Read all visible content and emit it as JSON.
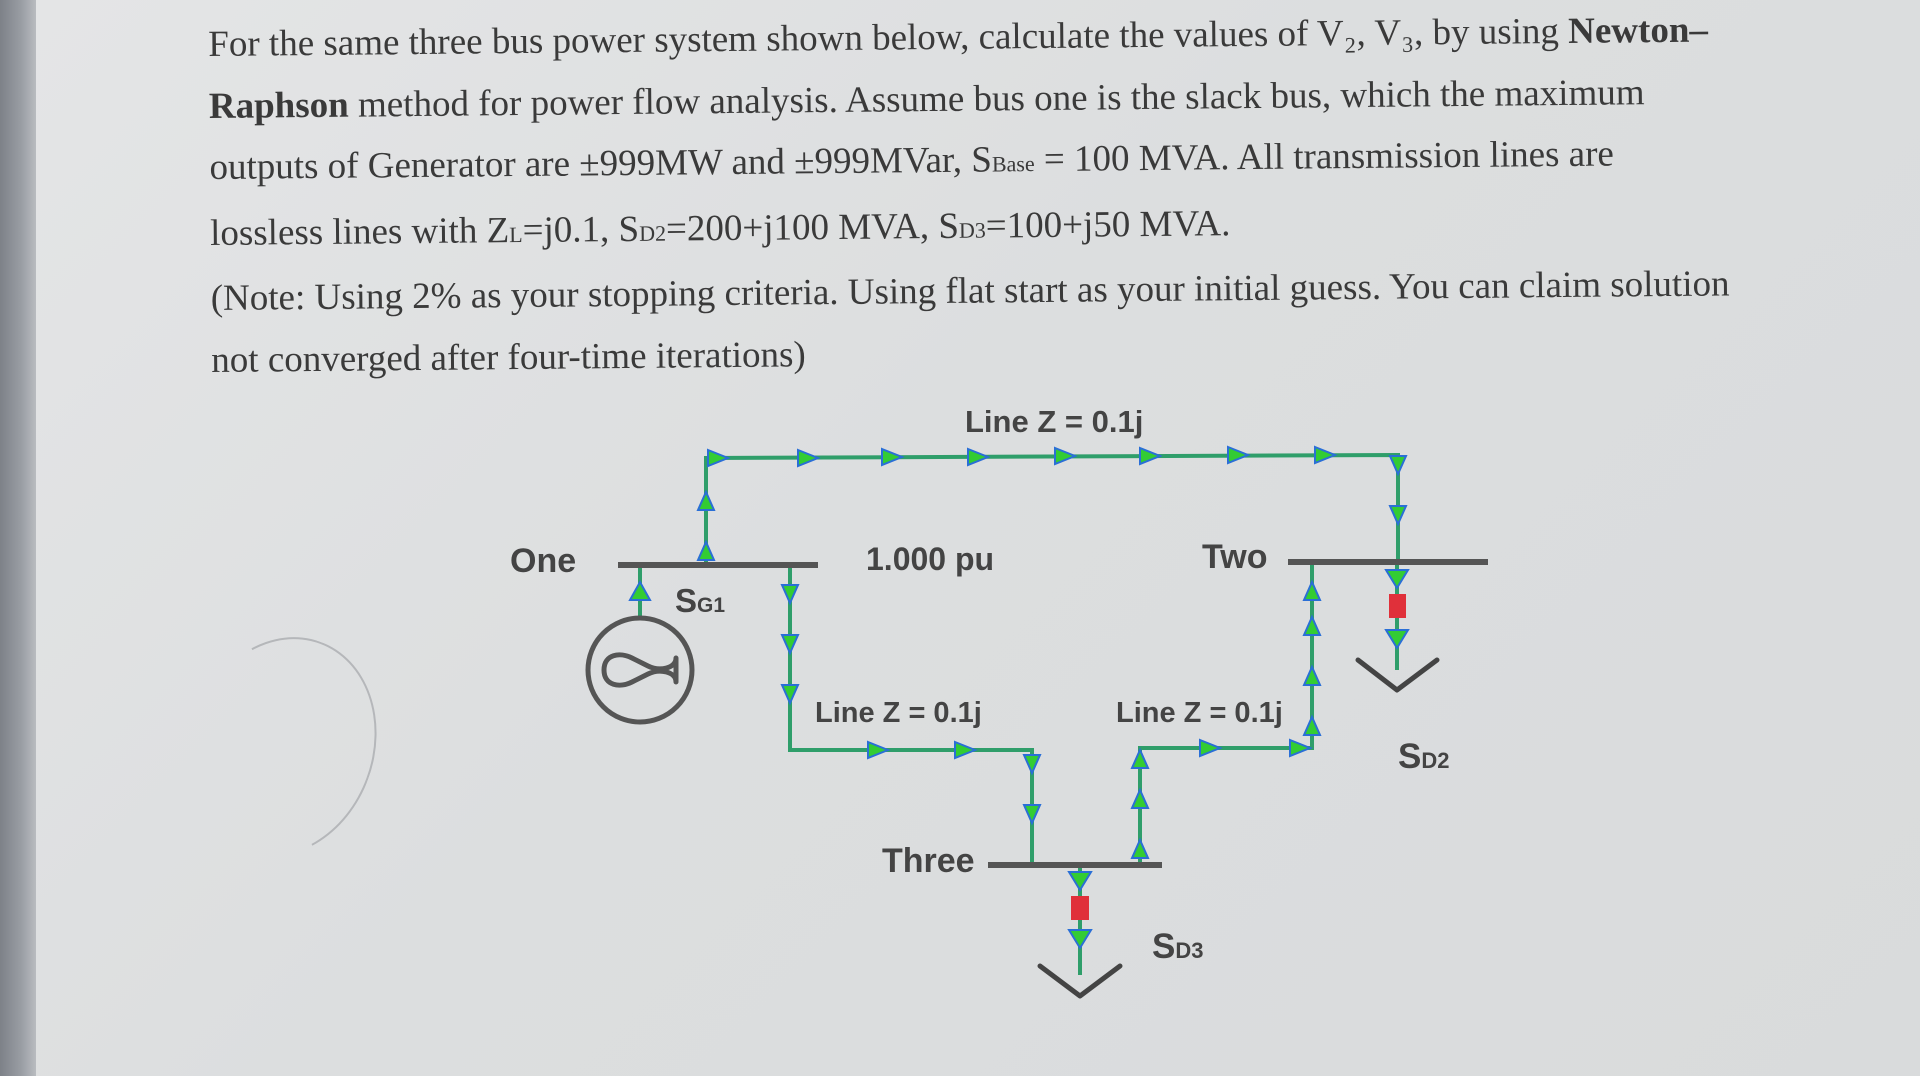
{
  "question": {
    "line1": "For the same three bus power system shown below, calculate the values of V₂, V₃, by using ",
    "line1_bold": "Newton–",
    "line2_bold": "Raphson",
    "line2": " method for power flow analysis. Assume bus one is the slack bus, which the maximum",
    "line3_a": "outputs of Generator are ±999MW and ±999MVar, S",
    "line3_sub": "Base",
    "line3_b": " = 100 MVA. All transmission lines are",
    "line4_a": "lossless lines with Z",
    "line4_sub1": "L",
    "line4_b": "=j0.1, S",
    "line4_sub2": "D2",
    "line4_c": "=200+j100 MVA, S",
    "line4_sub3": "D3",
    "line4_d": "=100+j50 MVA.",
    "line5": "(Note: Using 2% as your stopping criteria. Using flat start as your initial guess. You can claim solution",
    "line6": "not converged after four-time iterations)"
  },
  "diagram": {
    "bus_one": "One",
    "bus_two": "Two",
    "bus_three": "Three",
    "bus_one_voltage": "1.000 pu",
    "line_top": "Line Z = 0.1j",
    "line_left": "Line Z = 0.1j",
    "line_right": "Line Z = 0.1j",
    "gen_label_main": "S",
    "gen_label_sub": "G1",
    "load2_main": "S",
    "load2_sub": "D2",
    "load3_main": "S",
    "load3_sub": "D3",
    "colors": {
      "line": "#2f9e6a",
      "arrow": "#33cc33",
      "arrow_accent": "#2a6fd6",
      "breaker": "#e0303a",
      "bus": "#555555"
    }
  }
}
